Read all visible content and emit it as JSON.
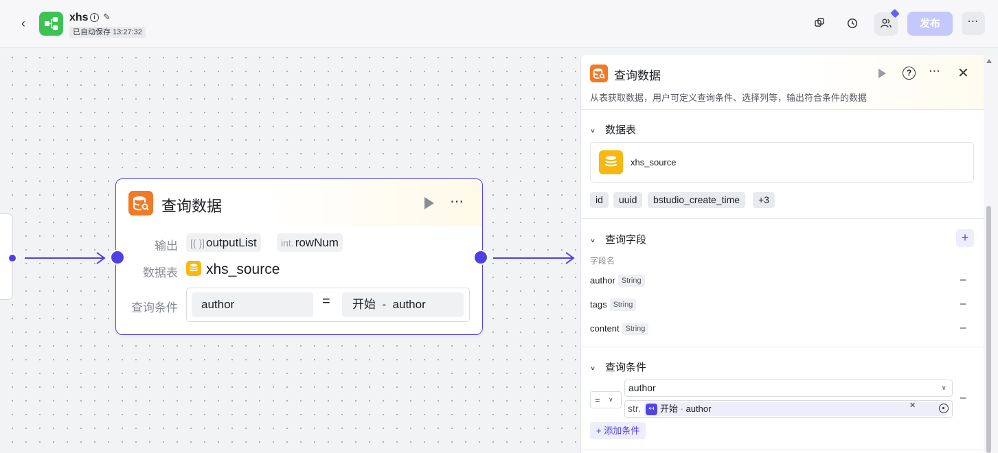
{
  "topbar": {
    "app_name": "xhs",
    "save_status": "已自动保存 13:27:32",
    "publish_label": "发布",
    "icons": [
      "back-icon",
      "app-logo-icon",
      "info-icon",
      "edit-icon",
      "copy-icon",
      "history-icon",
      "collaborators-icon",
      "more-icon"
    ]
  },
  "node": {
    "title": "查询数据",
    "output_label": "输出",
    "outputs": [
      {
        "type_prefix": "[{ }]",
        "name": "outputList"
      },
      {
        "type_prefix": "int.",
        "name": "rowNum"
      }
    ],
    "table_label": "数据表",
    "table_name": "xhs_source",
    "condition_label": "查询条件",
    "condition": {
      "field": "author",
      "operator": "=",
      "value": "开始  -  author"
    }
  },
  "panel": {
    "title": "查询数据",
    "description": "从表获取数据，用户可定义查询条件、选择列等，输出符合条件的数据",
    "table_section": {
      "title": "数据表",
      "table_name": "xhs_source",
      "columns": [
        "id",
        "uuid",
        "bstudio_create_time",
        "+3"
      ]
    },
    "fields_section": {
      "title": "查询字段",
      "column_header": "字段名",
      "fields": [
        {
          "name": "author",
          "type": "String"
        },
        {
          "name": "tags",
          "type": "String"
        },
        {
          "name": "content",
          "type": "String"
        }
      ]
    },
    "conditions_section": {
      "title": "查询条件",
      "operator": "=",
      "field": "author",
      "value_prefix": "str.",
      "value_source": "开始",
      "value_separator": " · ",
      "value_name": "author",
      "add_label": "+ 添加条件"
    }
  },
  "colors": {
    "accent": "#5145e5",
    "node_icon": "#f27a26",
    "db_icon": "#f8b811",
    "app_icon": "#3ec254",
    "publish_disabled": "#c5c8fb"
  }
}
